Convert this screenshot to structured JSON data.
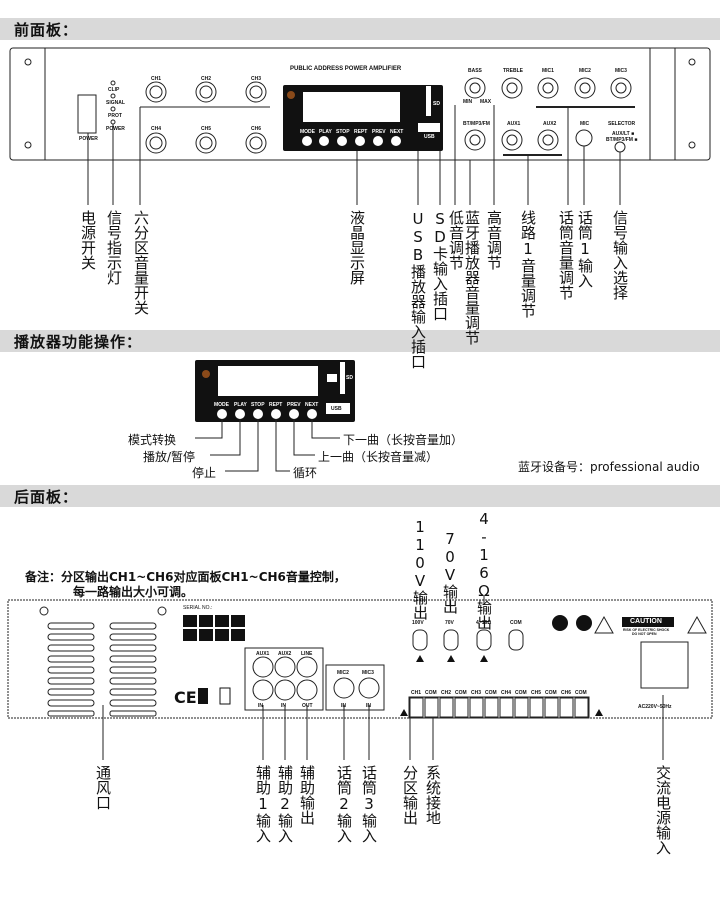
{
  "sections": {
    "front": "前面板：",
    "player": "播放器功能操作：",
    "rear": "后面板："
  },
  "front_panel": {
    "title": "PUBLIC ADDRESS POWER AMPLIFIER",
    "power": "POWER",
    "leds": [
      "CLIP",
      "SIGNAL",
      "PROT",
      "POWER"
    ],
    "channels": [
      "CH1",
      "CH2",
      "CH3",
      "CH4",
      "CH5",
      "CH6"
    ],
    "player_buttons": [
      "MODE",
      "PLAY",
      "STOP",
      "REPT",
      "PREV",
      "NEXT"
    ],
    "usb": "USB",
    "sd": "SD",
    "knobs_top": [
      "BASS",
      "TREBLE",
      "MIC1",
      "MIC2",
      "MIC3"
    ],
    "knobs_bottom": [
      "BT/MP3/FM",
      "AUX1",
      "AUX2"
    ],
    "min": "MIN",
    "max": "MAX",
    "mic": "MIC",
    "selector": "SELECTOR",
    "selector_options": [
      "AUX/LT ■",
      "BT/MP3/FM ■"
    ]
  },
  "front_labels": [
    "电源开关",
    "信号指示灯",
    "六分区音量开关",
    "液晶显示屏",
    "USB播放器输入插口",
    "SD卡输入插口",
    "低音调节",
    "蓝牙播放器音量调节",
    "高音调节",
    "线路1音量调节",
    "话筒音量调节",
    "话筒1输入",
    "信号输入选择"
  ],
  "player_labels": {
    "mode": "模式转换",
    "play": "播放/暂停",
    "stop": "停止",
    "next": "下一曲（长按音量加）",
    "prev": "上一曲（长按音量减）",
    "rept": "循环",
    "bluetooth": "蓝牙设备号：professional audio"
  },
  "rear_top_labels": [
    "110V输出",
    "70V输出",
    "4-16Ω输出"
  ],
  "note": [
    "备注：分区输出CH1~CH6对应面板CH1~CH6音量控制，",
    "每一路输出大小可调。"
  ],
  "rear_panel": {
    "serial": "SERIAL NO.:",
    "outputs": [
      "100V",
      "70V",
      "4~16Ω",
      "COM"
    ],
    "caution": "CAUTION",
    "caution_sub": [
      "RISK OF ELECTRIC SHOCK",
      "DO NOT OPEN"
    ],
    "aux_heads": [
      "AUX1",
      "AUX2",
      "LINE"
    ],
    "aux_foot": [
      "IN",
      "IN",
      "OUT"
    ],
    "mic_heads": [
      "MIC2",
      "MIC3"
    ],
    "mic_foot": [
      "IN",
      "IN"
    ],
    "terminals": [
      "CH1",
      "COM",
      "CH2",
      "COM",
      "CH3",
      "COM",
      "CH4",
      "COM",
      "CH5",
      "COM",
      "CH6",
      "COM"
    ],
    "ac": "AC220V~50Hz",
    "ce": "CE"
  },
  "rear_labels": [
    "通风口",
    "辅助1输入",
    "辅助2输入",
    "辅助输出",
    "话筒2输入",
    "话筒3输入",
    "分区输出",
    "系统接地",
    "交流电源输入"
  ]
}
